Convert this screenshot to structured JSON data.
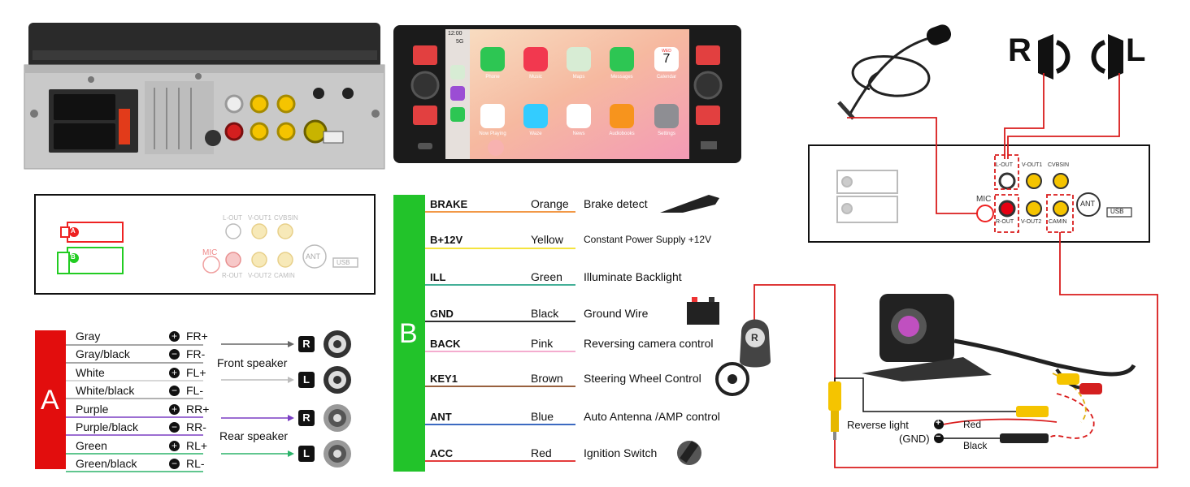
{
  "head_unit": {
    "status_time": "12:00",
    "status_signal": "5G",
    "apps": [
      "Phone",
      "Music",
      "Maps",
      "Messages",
      "Calendar",
      "Now Playing",
      "Waze",
      "News",
      "Audiobooks",
      "Settings"
    ],
    "calendar_day": "7",
    "calendar_weekday": "WED"
  },
  "rear_panel_small": {
    "connector_a": "A",
    "connector_b": "B",
    "labels": [
      "L-OUT",
      "V-OUT1",
      "CVBSIN",
      "MIC",
      "R-OUT",
      "V-OUT2",
      "CAMIN",
      "ANT",
      "USB"
    ]
  },
  "rear_panel_large": {
    "labels": [
      "L-OUT",
      "V-OUT1",
      "CVBSIN",
      "MIC",
      "R-OUT",
      "V-OUT2",
      "CAMIN",
      "ANT",
      "USB"
    ]
  },
  "section_a": {
    "letter": "A",
    "wires": [
      {
        "color_name": "Gray",
        "pin": "FR+",
        "sign": "+",
        "hex": "#888888"
      },
      {
        "color_name": "Gray/black",
        "pin": "FR-",
        "sign": "−",
        "hex": "#888888"
      },
      {
        "color_name": "White",
        "pin": "FL+",
        "sign": "+",
        "hex": "#dddddd"
      },
      {
        "color_name": "White/black",
        "pin": "FL-",
        "sign": "−",
        "hex": "#999999"
      },
      {
        "color_name": "Purple",
        "pin": "RR+",
        "sign": "+",
        "hex": "#7b3fc4"
      },
      {
        "color_name": "Purple/black",
        "pin": "RR-",
        "sign": "−",
        "hex": "#7b3fc4"
      },
      {
        "color_name": "Green",
        "pin": "RL+",
        "sign": "+",
        "hex": "#2bb36a"
      },
      {
        "color_name": "Green/black",
        "pin": "RL-",
        "sign": "−",
        "hex": "#2bb36a"
      }
    ],
    "front_label": "Front speaker",
    "rear_label": "Rear speaker",
    "badges": [
      "R",
      "L",
      "R",
      "L"
    ]
  },
  "section_b": {
    "letter": "B",
    "rows": [
      {
        "signal": "BRAKE",
        "color": "Orange",
        "hex": "#f08a2c",
        "desc": "Brake detect"
      },
      {
        "signal": "B+12V",
        "color": "Yellow",
        "hex": "#f2e022",
        "desc": "Constant Power Supply +12V"
      },
      {
        "signal": "ILL",
        "color": "Green",
        "hex": "#2aa58a",
        "desc": "Illuminate Backlight"
      },
      {
        "signal": "GND",
        "color": "Black",
        "hex": "#111111",
        "desc": "Ground Wire"
      },
      {
        "signal": "BACK",
        "color": "Pink",
        "hex": "#f2a0c8",
        "desc": "Reversing camera control"
      },
      {
        "signal": "KEY1",
        "color": "Brown",
        "hex": "#8a4a22",
        "desc": "Steering Wheel Control"
      },
      {
        "signal": "ANT",
        "color": "Blue",
        "hex": "#2055b8",
        "desc": "Auto Antenna /AMP control"
      },
      {
        "signal": "ACC",
        "color": "Red",
        "hex": "#e02020",
        "desc": "Ignition Switch"
      }
    ]
  },
  "right_side": {
    "speaker_r": "R",
    "speaker_l": "L",
    "gear_badge": "R",
    "reverse_light": "Reverse light",
    "gnd": "(GND)",
    "red_label": "Red",
    "black_label": "Black",
    "plus": "+",
    "minus": "−"
  },
  "colors": {
    "accent_red": "#e31b1b",
    "accent_green": "#22c32a",
    "rca_yellow": "#f5c400"
  }
}
